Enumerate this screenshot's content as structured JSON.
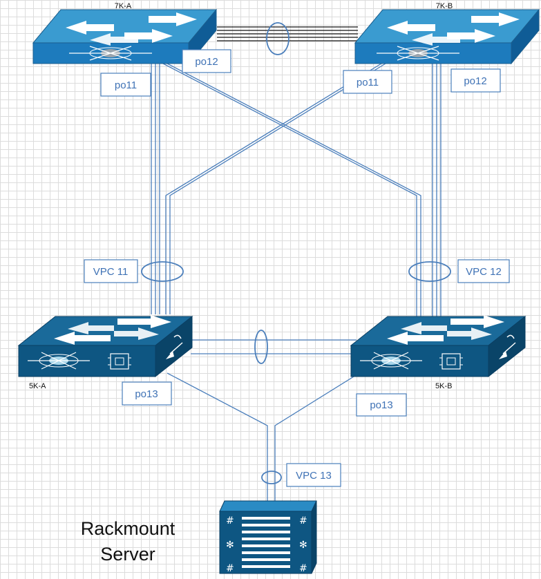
{
  "devices": {
    "switch_7k_a": "7K-A",
    "switch_7k_b": "7K-B",
    "switch_5k_a": "5K-A",
    "switch_5k_b": "5K-B",
    "server_line1": "Rackmount",
    "server_line2": "Server"
  },
  "labels": {
    "po11_left": "po11",
    "po12_left": "po12",
    "po11_right": "po11",
    "po12_right": "po12",
    "vpc11": "VPC 11",
    "vpc12": "VPC 12",
    "po13_left": "po13",
    "po13_right": "po13",
    "vpc13": "VPC 13"
  },
  "colors": {
    "switch_top": "#3a9bd0",
    "switch_front": "#1d7bbd",
    "switch_side": "#0f5c96",
    "nexus5k_top": "#1a6a9a",
    "nexus5k_front": "#0e5682",
    "nexus5k_side": "#0a4468",
    "link_blue": "#4a7ebb",
    "label_text": "#3f72b5"
  },
  "icons": {
    "switch_icon": "cisco-nexus-7000-switch-icon",
    "access_switch_icon": "cisco-nexus-5000-switch-icon",
    "server_icon": "rackmount-server-icon"
  }
}
